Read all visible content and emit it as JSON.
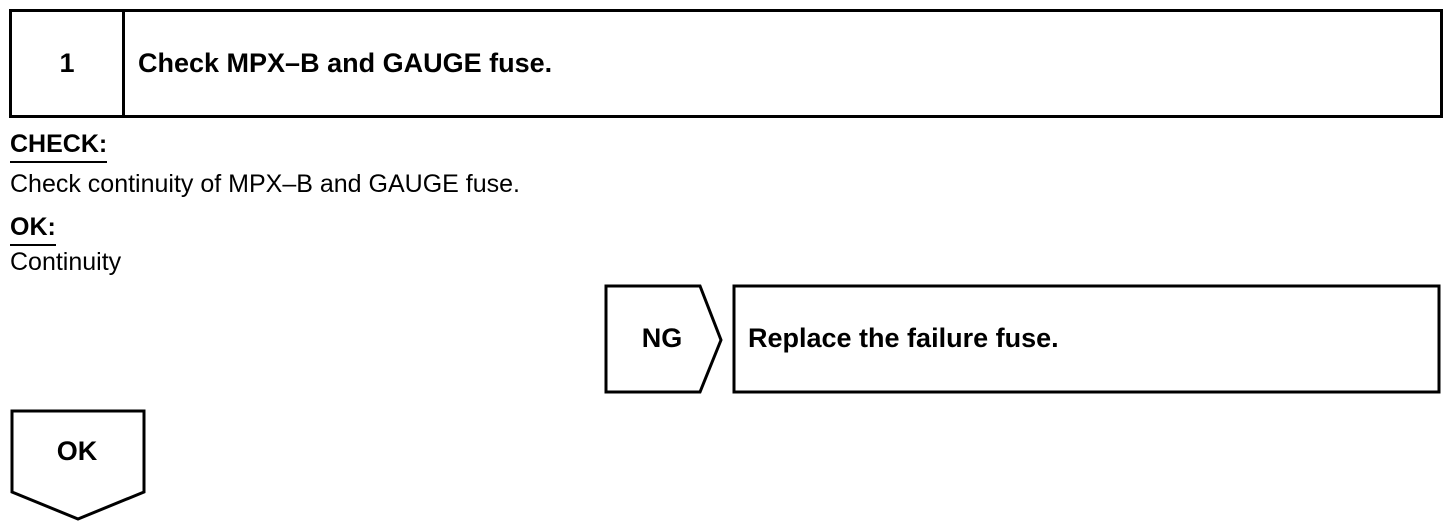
{
  "step": {
    "number": "1",
    "title": "Check MPX–B and GAUGE fuse."
  },
  "check": {
    "label": "CHECK:",
    "text": "Check continuity of MPX–B and GAUGE fuse."
  },
  "ok": {
    "label": "OK:",
    "text": "Continuity"
  },
  "ng_branch": {
    "label": "NG",
    "result": "Replace the failure fuse."
  },
  "ok_branch": {
    "label": "OK"
  }
}
